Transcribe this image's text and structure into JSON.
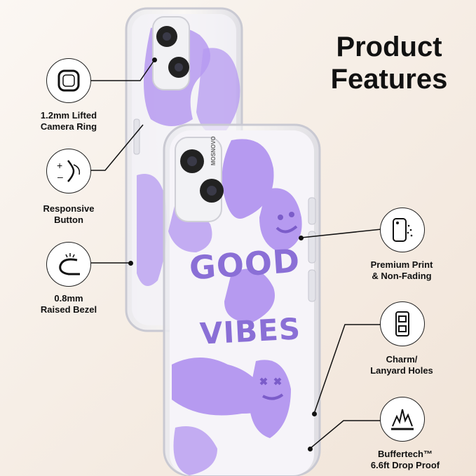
{
  "title": {
    "line1": "Product",
    "line2": "Features"
  },
  "features_left": [
    {
      "line1": "1.2mm Lifted",
      "line2": "Camera Ring",
      "icon": "camera-ring-icon"
    },
    {
      "line1": "Responsive",
      "line2": "Button",
      "icon": "button-icon"
    },
    {
      "line1": "0.8mm",
      "line2": "Raised Bezel",
      "icon": "bezel-icon"
    }
  ],
  "features_right": [
    {
      "line1": "Premium Print",
      "line2": "& Non-Fading",
      "icon": "print-icon"
    },
    {
      "line1": "Charm/",
      "line2": "Lanyard Holes",
      "icon": "lanyard-hole-icon"
    },
    {
      "line1": "Buffertech™",
      "line2": "6.6ft Drop Proof",
      "icon": "shock-icon"
    }
  ],
  "case_print": {
    "word1": "GOOD",
    "word2": "VIBES",
    "brand": "MOSNOVO"
  },
  "colors": {
    "purple": "#a98ce6",
    "purple_dark": "#8a6fd6",
    "ink": "#111111"
  }
}
